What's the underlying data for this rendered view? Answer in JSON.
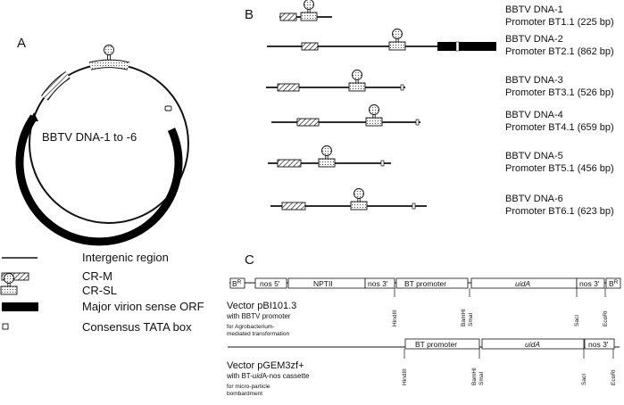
{
  "panels": {
    "a": "A",
    "b": "B",
    "c": "C"
  },
  "circle_label": "BBTV DNA-1 to -6",
  "dna_rows": [
    {
      "name": "BBTV DNA-1",
      "promoter": "Promoter BT1.1 (225 bp)"
    },
    {
      "name": "BBTV DNA-2",
      "promoter": "Promoter BT2.1 (862 bp)"
    },
    {
      "name": "BBTV DNA-3",
      "promoter": "Promoter BT3.1 (526 bp)"
    },
    {
      "name": "BBTV DNA-4",
      "promoter": "Promoter BT4.1 (659 bp)"
    },
    {
      "name": "BBTV DNA-5",
      "promoter": "Promoter BT5.1 (456 bp)"
    },
    {
      "name": "BBTV DNA-6",
      "promoter": "Promoter BT6.1 (623 bp)"
    }
  ],
  "legend": [
    "Intergenic region",
    "CR-M",
    "CR-SL",
    "Major virion sense ORF",
    "Consensus TATA box"
  ],
  "vector1": {
    "boxes": [
      "B",
      "nos 5'",
      "NPTII",
      "nos 3'",
      "BT promoter",
      "uidA",
      "nos 3'",
      "B"
    ],
    "superscript": "R",
    "sites": [
      "HindIII",
      "BamHI",
      "SmaI",
      "SacI",
      "EcoRI"
    ],
    "title": "Vector pBI101.3",
    "line2": "with BBTV promoter",
    "line3": "for Agrobacterium-",
    "line4": "mediated transformation"
  },
  "vector2": {
    "boxes": [
      "BT promoter",
      "uidA",
      "nos 3'"
    ],
    "sites": [
      "HindIII",
      "BamHI",
      "SmaI",
      "SacI",
      "EcoRI"
    ],
    "title": "Vector pGEM3zf+",
    "line2_pre": "with BT-",
    "line2_ital": "uid",
    "line2_post": "A-nos cassette",
    "line3": "for micro-particle",
    "line4": "bombardment"
  }
}
